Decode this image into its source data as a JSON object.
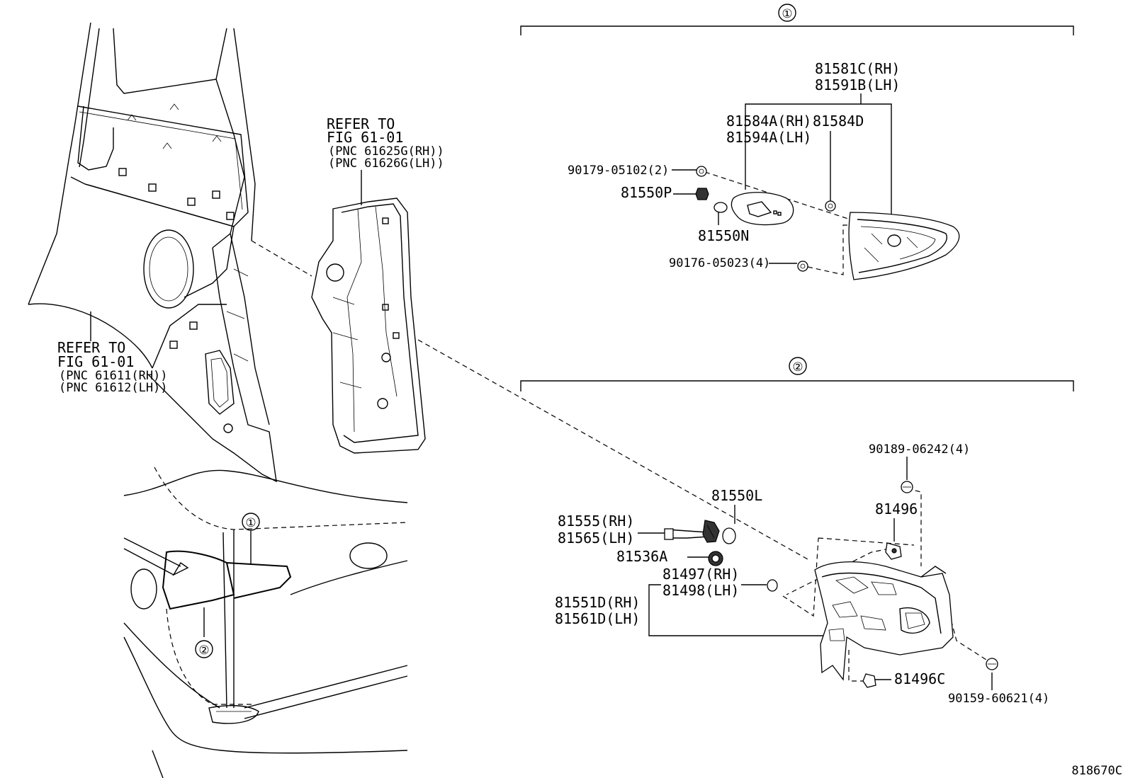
{
  "callouts": {
    "group1": "①",
    "group2": "②",
    "vehicle1": "①",
    "vehicle2": "②"
  },
  "refer_left": {
    "line1": "REFER TO",
    "line2": "FIG 61-01",
    "line3": "(PNC 61611(RH))",
    "line4": "(PNC 61612(LH))"
  },
  "refer_mid": {
    "line1": "REFER TO",
    "line2": "FIG 61-01",
    "line3": "(PNC 61625G(RH))",
    "line4": "(PNC 61626G(LH))"
  },
  "parts_group1": {
    "p81581C": "81581C(RH)",
    "p81591B": "81591B(LH)",
    "p81584A": "81584A(RH)",
    "p81584D": "81584D",
    "p81594A": "81594A(LH)",
    "p90179": "90179-05102(2)",
    "p81550P": "81550P",
    "p81550N": "81550N",
    "p90176": "90176-05023(4)"
  },
  "parts_group2": {
    "p90189": "90189-06242(4)",
    "p81550L": "81550L",
    "p81496": "81496",
    "p81555": "81555(RH)",
    "p81565": "81565(LH)",
    "p81536A": "81536A",
    "p81497": "81497(RH)",
    "p81498": "81498(LH)",
    "p81551D": "81551D(RH)",
    "p81561D": "81561D(LH)",
    "p81496C": "81496C",
    "p90159": "90159-60621(4)"
  },
  "diagram_id": "818670C"
}
